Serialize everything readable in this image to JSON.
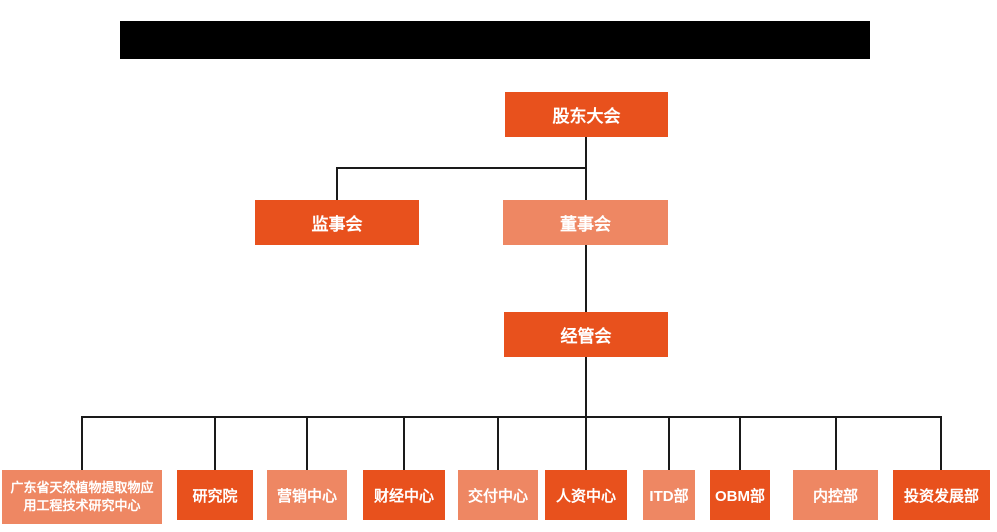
{
  "colors": {
    "node_primary": "#E8511D",
    "node_secondary": "#EE8763",
    "connector": "#1A1A1A",
    "redaction_bar": "#000000",
    "background": "#FFFFFF",
    "node_text": "#FFFFFF"
  },
  "chart": {
    "type": "org-chart",
    "root": {
      "label": "股东大会"
    },
    "level2": [
      {
        "label": "监事会"
      },
      {
        "label": "董事会"
      }
    ],
    "level3": {
      "label": "经管会"
    },
    "departments": [
      {
        "label": "广东省天然植物提取物应用工程技术研究中心"
      },
      {
        "label": "研究院"
      },
      {
        "label": "营销中心"
      },
      {
        "label": "财经中心"
      },
      {
        "label": "交付中心"
      },
      {
        "label": "人资中心"
      },
      {
        "label": "ITD部"
      },
      {
        "label": "OBM部"
      },
      {
        "label": "内控部"
      },
      {
        "label": "投资发展部"
      }
    ]
  }
}
